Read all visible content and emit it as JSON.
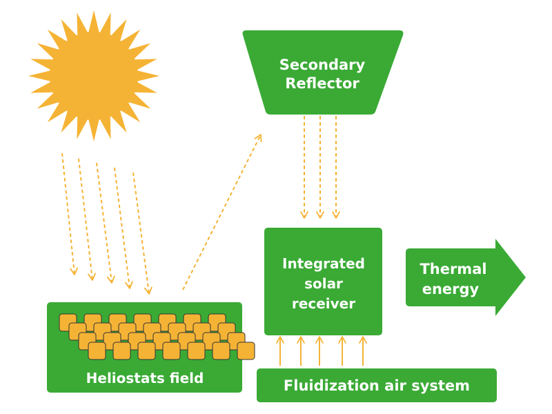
{
  "colors": {
    "green": "#3aaa35",
    "sun": "#f5b335",
    "panel": "#f5b335",
    "ray": "#f5b335",
    "text": "#ffffff"
  },
  "nodes": {
    "secondary_reflector": {
      "line1": "Secondary",
      "line2": "Reflector"
    },
    "integrated_receiver": {
      "line1": "Integrated",
      "line2": "solar",
      "line3": "receiver"
    },
    "thermal_energy": {
      "line1": "Thermal",
      "line2": "energy"
    },
    "heliostats_field": {
      "label": "Heliostats field"
    },
    "fluidization_air": {
      "label": "Fluidization air system"
    }
  },
  "icons": {
    "sun": "sun-icon",
    "heliostat_panel": "heliostat-panel-icon"
  }
}
